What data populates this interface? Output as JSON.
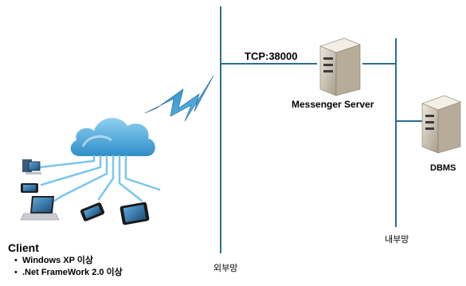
{
  "diagram": {
    "connection_label": "TCP:38000",
    "messenger_server_label": "Messenger Server",
    "dbms_label": "DBMS",
    "internal_network_label": "내부망",
    "external_network_label": "외부망",
    "client": {
      "title": "Client",
      "requirements": [
        {
          "bullet": "•",
          "text": "Windows XP 이상"
        },
        {
          "bullet": "•",
          "text": ".Net FrameWork 2.0 이상"
        }
      ]
    },
    "colors": {
      "cloud": "#3d9fd6",
      "cloud_light": "#a8d8f2",
      "wireless_bolt": "#2a8fcc",
      "network_line": "#2b6e92",
      "server_body": "#c8bfae"
    },
    "icons": [
      "cloud-icon",
      "wireless-bolt-icon",
      "server-icon",
      "desktop-icon",
      "laptop-icon",
      "phone-icon",
      "tablet-icon"
    ]
  }
}
